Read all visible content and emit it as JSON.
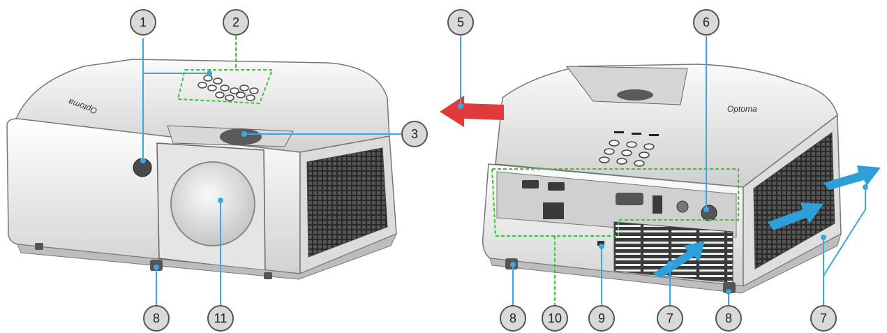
{
  "diagram": {
    "brand_text": "Optoma",
    "callouts": [
      {
        "id": "1",
        "label": "1"
      },
      {
        "id": "2",
        "label": "2"
      },
      {
        "id": "3",
        "label": "3"
      },
      {
        "id": "5",
        "label": "5"
      },
      {
        "id": "6",
        "label": "6"
      },
      {
        "id": "8a",
        "label": "8"
      },
      {
        "id": "11",
        "label": "11"
      },
      {
        "id": "8b",
        "label": "8"
      },
      {
        "id": "10",
        "label": "10"
      },
      {
        "id": "9",
        "label": "9"
      },
      {
        "id": "7a",
        "label": "7"
      },
      {
        "id": "8c",
        "label": "8"
      },
      {
        "id": "7b",
        "label": "7"
      }
    ],
    "colors": {
      "callout_fill": "#d9d9d9",
      "leader_blue": "#39a8e0",
      "leader_green": "#33cc33",
      "airflow_in": "#2e9fd8",
      "airflow_out": "#e23a3a",
      "body_light": "#e9e9e9",
      "body_dark": "#333333"
    }
  }
}
